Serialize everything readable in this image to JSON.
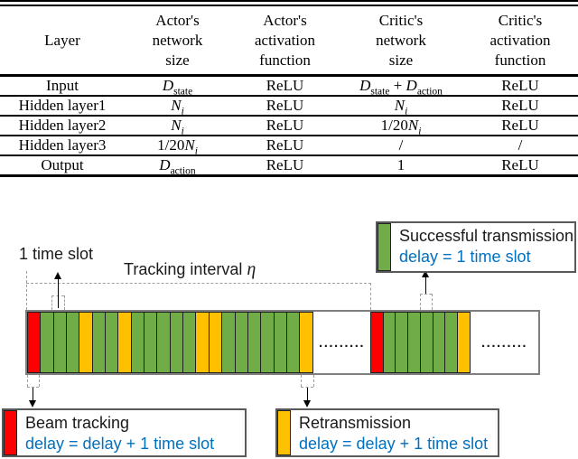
{
  "table": {
    "headers": [
      {
        "lines": [
          "Layer"
        ]
      },
      {
        "lines": [
          "Actor's",
          "network",
          "size"
        ]
      },
      {
        "lines": [
          "Actor's",
          "activation",
          "function"
        ]
      },
      {
        "lines": [
          "Critic's",
          "network",
          "size"
        ]
      },
      {
        "lines": [
          "Critic's",
          "activation",
          "function"
        ]
      }
    ],
    "rows": [
      {
        "layer": "Input",
        "actor_size": {
          "base": "D",
          "sub": "state"
        },
        "actor_act": "ReLU",
        "critic_size": {
          "base1": "D",
          "sub1": "state",
          "op": " + ",
          "base2": "D",
          "sub2": "action"
        },
        "critic_act": "ReLU"
      },
      {
        "layer": "Hidden layer1",
        "actor_size": {
          "base": "N",
          "sub": "i"
        },
        "actor_act": "ReLU",
        "critic_size": {
          "base": "N",
          "sub": "i"
        },
        "critic_act": "ReLU"
      },
      {
        "layer": "Hidden layer2",
        "actor_size": {
          "base": "N",
          "sub": "i"
        },
        "actor_act": "ReLU",
        "critic_size": {
          "pre": "1/20",
          "base": "N",
          "sub": "i"
        },
        "critic_act": "ReLU"
      },
      {
        "layer": "Hidden layer3",
        "actor_size": {
          "pre": "1/20",
          "base": "N",
          "sub": "i"
        },
        "actor_act": "ReLU",
        "critic_size": {
          "text": "/"
        },
        "critic_act": "/"
      },
      {
        "layer": "Output",
        "actor_size": {
          "base": "D",
          "sub": "action"
        },
        "actor_act": "ReLU",
        "critic_size": {
          "text": "1"
        },
        "critic_act": "ReLU"
      }
    ]
  },
  "diagram": {
    "labels": {
      "time_slot": "1 time slot",
      "tracking_interval": "Tracking interval ",
      "eta": "η"
    },
    "colors": {
      "red": "#FF0000",
      "green": "#70AD47",
      "yellow": "#FFC000",
      "blue_text": "#0070C0",
      "bar_border": "#7F7F7F"
    },
    "timeline": {
      "interval1_blocks": [
        "red",
        "green",
        "green",
        "green",
        "yellow",
        "green",
        "green",
        "yellow",
        "green",
        "green",
        "green",
        "green",
        "green",
        "yellow",
        "yellow",
        "green",
        "green",
        "green",
        "green",
        "green",
        "green",
        "yellow"
      ],
      "gap1_dots": ".........",
      "interval2_blocks": [
        "red",
        "green",
        "green",
        "green",
        "green",
        "green",
        "green",
        "yellow"
      ],
      "gap2_dots": "........."
    },
    "legend": {
      "success": {
        "title": "Successful transmission",
        "delay": "delay = 1 time slot"
      },
      "beam": {
        "title": "Beam tracking",
        "delay": "delay = delay + 1 time slot"
      },
      "retrans": {
        "title": "Retransmission",
        "delay": "delay = delay + 1 time slot"
      }
    }
  }
}
